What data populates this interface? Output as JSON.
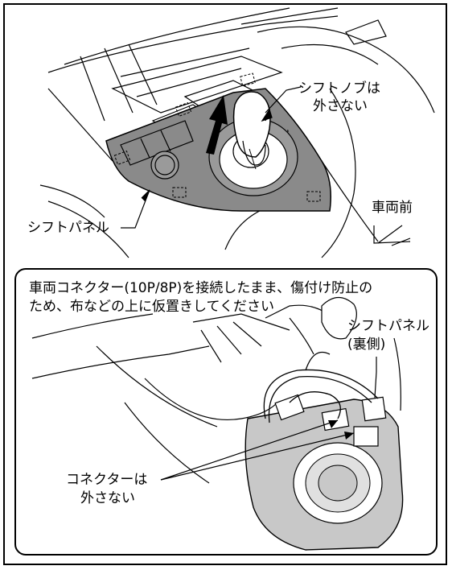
{
  "top_figure": {
    "shift_knob_label_line1": "シフトノブは",
    "shift_knob_label_line2": "外さない",
    "shift_panel_label": "シフトパネル",
    "vehicle_front_label": "車両前"
  },
  "bottom_figure": {
    "note_line1": "車両コネクター(10P/8P)を接続したまま、傷付け防止の",
    "note_line2": "ため、布などの上に仮置きしてください",
    "shift_panel_back_line1": "シフトパネル",
    "shift_panel_back_line2": "(裏側)",
    "connector_label_line1": "コネクターは",
    "connector_label_line2": "外さない"
  },
  "colors": {
    "panel_fill": "#8a8a8a",
    "panel_fill_light": "#c8c8c8",
    "line": "#000000",
    "background": "#ffffff"
  },
  "icons": {
    "lift_arrow": "up-arrow-icon",
    "front_direction": "vehicle-front-direction-icon"
  }
}
